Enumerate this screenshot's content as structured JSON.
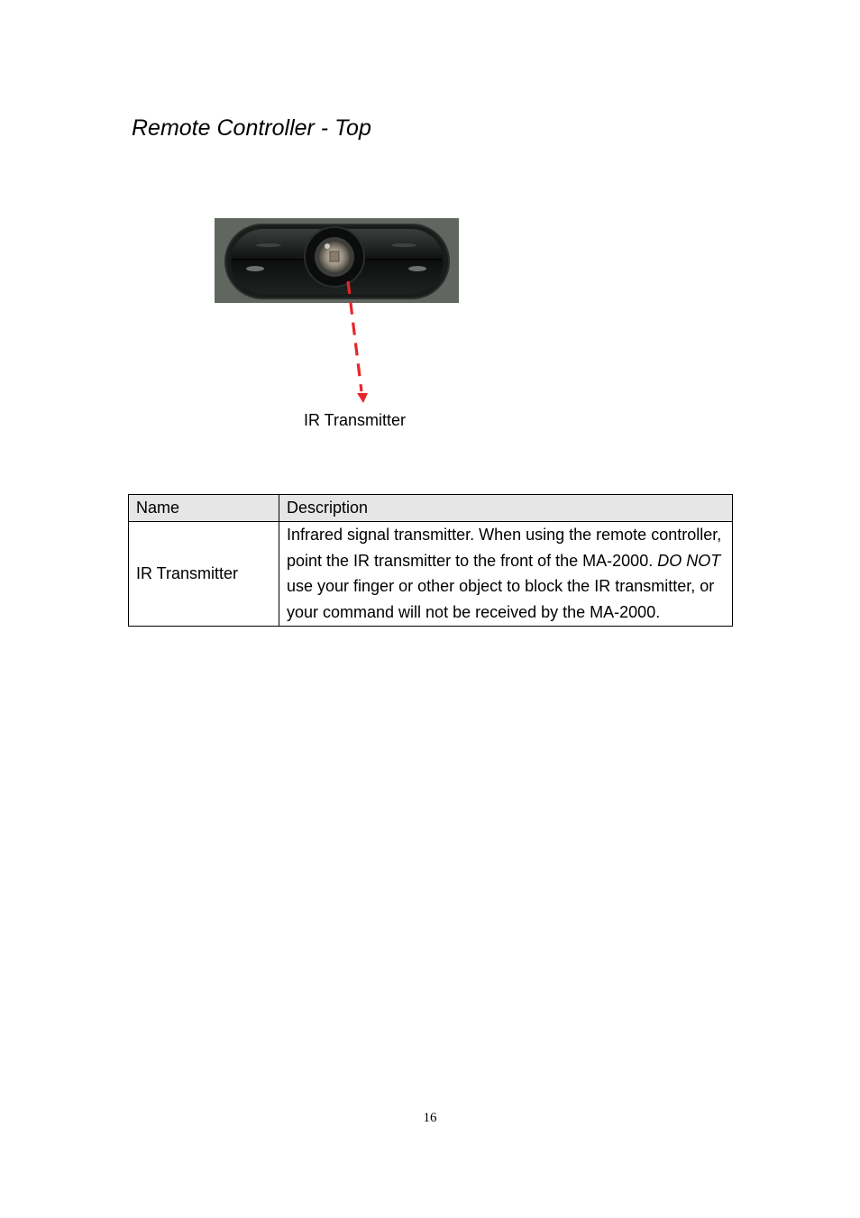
{
  "section_title": "Remote Controller - Top",
  "figure": {
    "callout_label": "IR Transmitter",
    "arrow_color": "#e8262a"
  },
  "table": {
    "headers": {
      "name": "Name",
      "description": "Description"
    },
    "rows": [
      {
        "name": "IR Transmitter",
        "description_part1": "Infrared signal transmitter. When using the remote controller, point the IR transmitter to the front of the MA-2000. ",
        "description_emphasis": "DO NOT",
        "description_part2": " use your finger or other object to block the IR transmitter, or your command will not be received by the MA-2000."
      }
    ]
  },
  "page_number": "16"
}
